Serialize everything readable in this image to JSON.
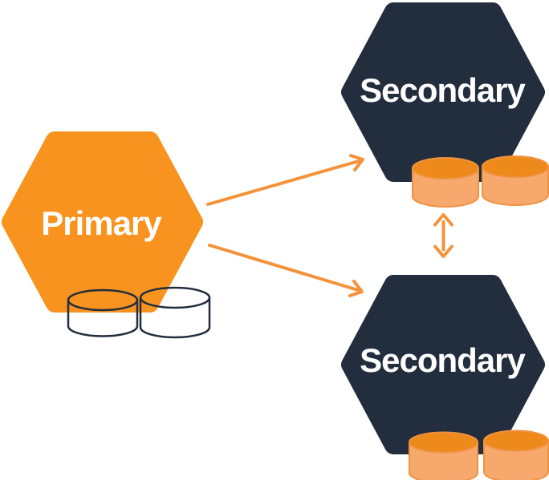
{
  "diagram": {
    "nodes": {
      "primary": {
        "label": "Primary",
        "shape": "hexagon",
        "fill": "#F7931E",
        "databases": {
          "icon": "database-cylinder-icon",
          "count": 2,
          "style": "outline",
          "outline_color": "#222D3D"
        }
      },
      "secondary_top": {
        "label": "Secondary",
        "shape": "hexagon",
        "fill": "#222D3D",
        "databases": {
          "icon": "database-cylinder-icon",
          "count": 2,
          "style": "filled",
          "top_fill": "#EE8A1C",
          "body_fill": "#F7A86D",
          "outline_color": "#EF9240"
        }
      },
      "secondary_bottom": {
        "label": "Secondary",
        "shape": "hexagon",
        "fill": "#222D3D",
        "databases": {
          "icon": "database-cylinder-icon",
          "count": 2,
          "style": "filled",
          "top_fill": "#EE8A1C",
          "body_fill": "#F7A86D",
          "outline_color": "#EF9240"
        }
      }
    },
    "connections": [
      {
        "from": "primary",
        "to": "secondary_top",
        "style": "single-headed-arrow",
        "color": "#F6923B"
      },
      {
        "from": "primary",
        "to": "secondary_bottom",
        "style": "single-headed-arrow",
        "color": "#F6923B"
      },
      {
        "between": [
          "secondary_top",
          "secondary_bottom"
        ],
        "style": "double-headed-arrow",
        "color": "#F6923B"
      }
    ],
    "colors": {
      "primary_fill": "#F7931E",
      "secondary_fill": "#222D3D",
      "arrow": "#F6923B",
      "label_text": "#FFFFFF",
      "background": "#FFFFFF"
    }
  }
}
